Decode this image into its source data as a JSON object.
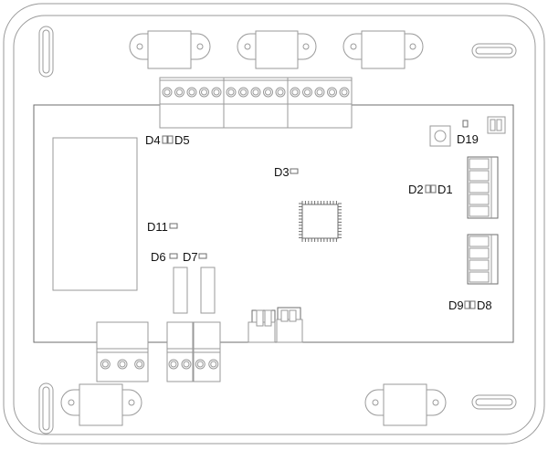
{
  "diagram": {
    "labels": {
      "d4": "D4",
      "d5": "D5",
      "d3": "D3",
      "d19": "D19",
      "d2": "D2",
      "d1": "D1",
      "d11": "D11",
      "d6": "D6",
      "d7": "D7",
      "d9": "D9",
      "d8": "D8"
    },
    "colors": {
      "stroke": "#9a9a9a",
      "text": "#111111",
      "background": "#ffffff"
    }
  }
}
